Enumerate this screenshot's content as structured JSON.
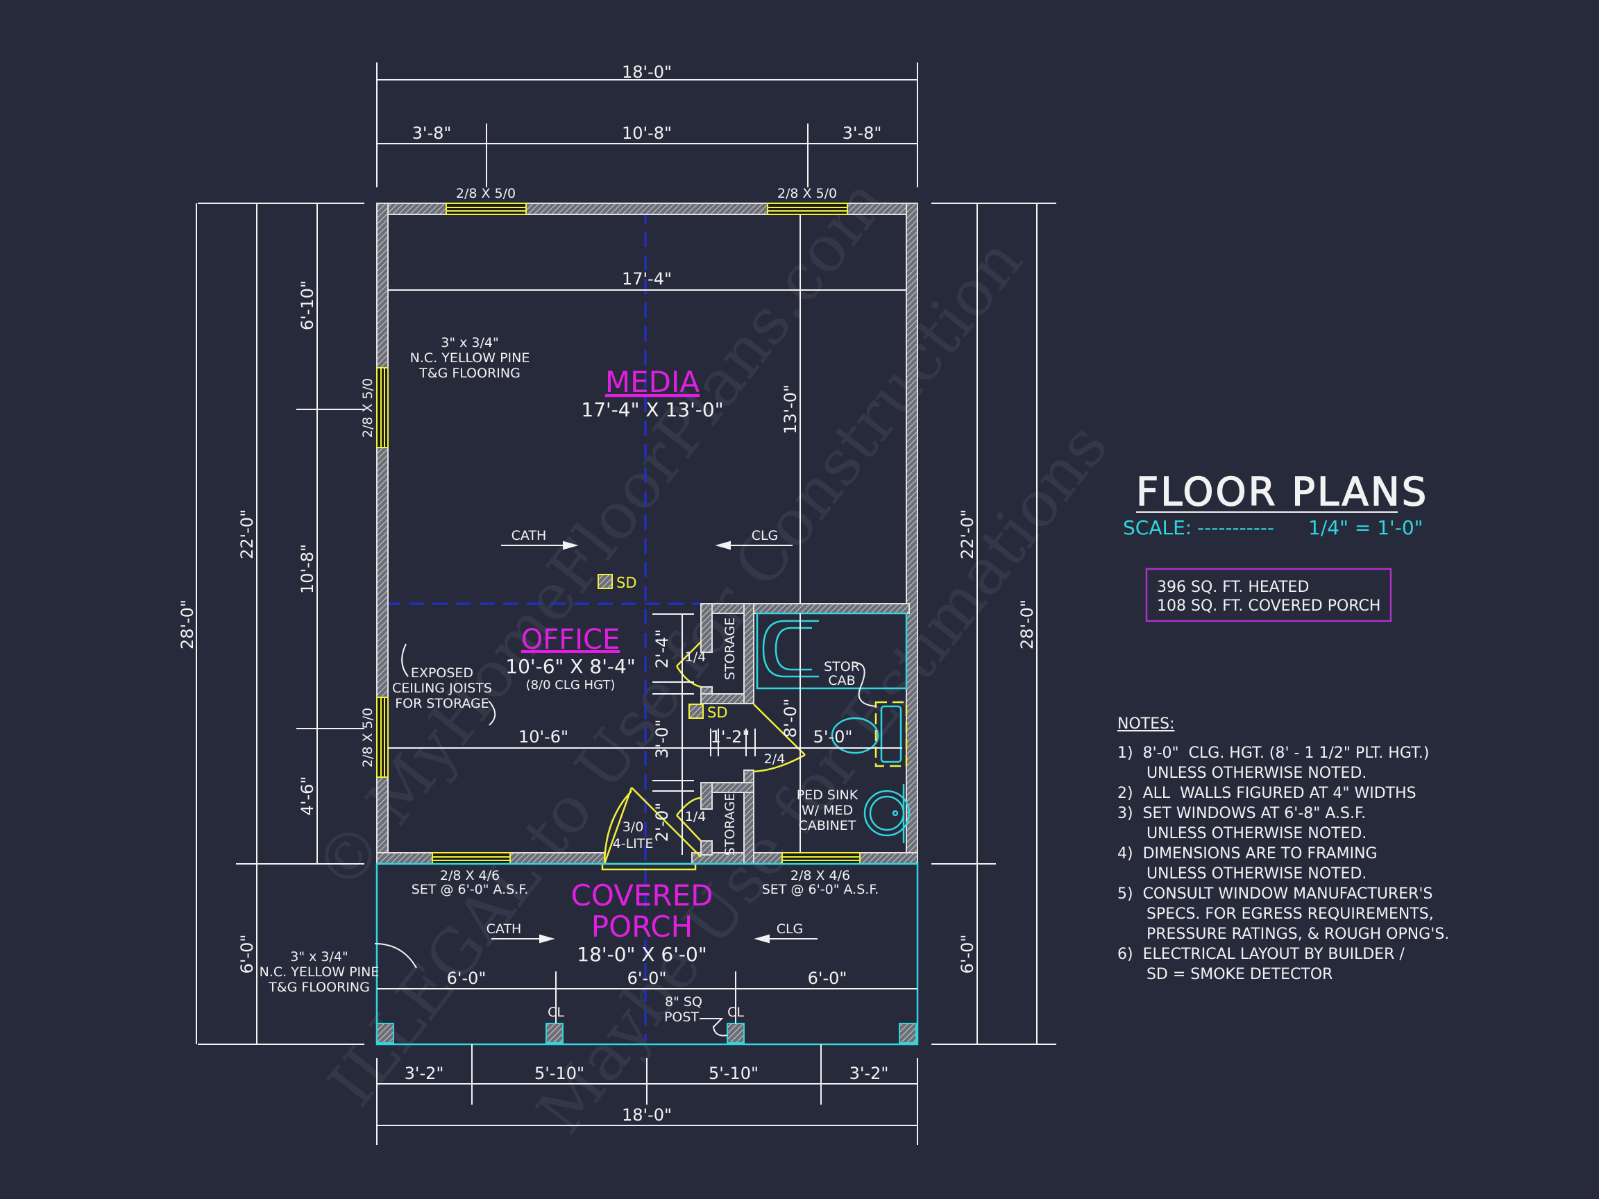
{
  "title": {
    "main": "FLOOR PLANS",
    "scale_label": "SCALE:",
    "scale_dashes": "-----------",
    "scale_value": "1/4\" = 1'-0\""
  },
  "area_box": {
    "heated": "396 SQ. FT. HEATED",
    "porch": "108 SQ. FT. COVERED PORCH"
  },
  "notes": {
    "heading": "NOTES:",
    "lines": [
      "1)  8'-0\"  CLG. HGT. (8' - 1 1/2\" PLT. HGT.)",
      "      UNLESS OTHERWISE NOTED.",
      "2)  ALL  WALLS FIGURED AT 4\" WIDTHS",
      "3)  SET WINDOWS AT 6'-8\" A.S.F.",
      "      UNLESS OTHERWISE NOTED.",
      "4)  DIMENSIONS ARE TO FRAMING",
      "      UNLESS OTHERWISE NOTED.",
      "5)  CONSULT WINDOW MANUFACTURER'S",
      "      SPECS. FOR EGRESS REQUIREMENTS,",
      "      PRESSURE RATINGS, & ROUGH OPNG'S.",
      "6)  ELECTRICAL LAYOUT BY BUILDER /",
      "      SD = SMOKE DETECTOR"
    ]
  },
  "rooms": {
    "media": {
      "name": "MEDIA",
      "size": "17'-4\" X 13'-0\""
    },
    "office": {
      "name": "OFFICE",
      "size": "10'-6\" X 8'-4\"",
      "note": "(8/0 CLG HGT)"
    },
    "porch": {
      "name1": "COVERED",
      "name2": "PORCH",
      "size": "18'-0\" X 6'-0\""
    }
  },
  "dimensions": {
    "top_overall": "18'-0\"",
    "top_segments": [
      "3'-8\"",
      "10'-8\"",
      "3'-8\""
    ],
    "bottom_segments": [
      "3'-2\"",
      "5'-10\"",
      "5'-10\"",
      "3'-2\""
    ],
    "bottom_overall": "18'-0\"",
    "left_outer": "28'-0\"",
    "left_mid_upper": "22'-0\"",
    "left_mid_lower": "6'-0\"",
    "left_inner": [
      "6'-10\"",
      "10'-8\"",
      "4'-6\""
    ],
    "right_inner_upper": "22'-0\"",
    "right_inner_lower": "6'-0\"",
    "right_outer": "28'-0\"",
    "media_width": "17'-4\"",
    "media_depth": "13'-0\"",
    "office_width": "10'-6\"",
    "closet_dims": [
      "2'-4\"",
      "3'-0\"",
      "2'-0\""
    ],
    "hall_width": "1'-2\"",
    "bath_depth": "8'-0\"",
    "bath_width": "5'-0\"",
    "porch_segments": [
      "6'-0\"",
      "6'-0\"",
      "6'-0\""
    ]
  },
  "windows": {
    "top_left": "2/8 X 5/0",
    "top_right": "2/8 X 5/0",
    "left_upper": "2/8 X 5/0",
    "left_lower": "2/8 X 5/0",
    "bottom_left": "2/8 X 4/6",
    "bottom_left_set": "SET @ 6'-0\" A.S.F.",
    "bottom_right": "2/8 X 4/6",
    "bottom_right_set": "SET @ 6'-0\" A.S.F."
  },
  "doors": {
    "closet_upper": "1/4",
    "closet_lower": "1/4",
    "bath": "2/4",
    "entry_1": "3/0",
    "entry_2": "4-LITE"
  },
  "labels": {
    "flooring_1": "3\" x 3/4\"",
    "flooring_2": "N.C. YELLOW PINE",
    "flooring_3": "T&G FLOORING",
    "cath": "CATH",
    "clg": "CLG",
    "sd": "SD",
    "joists_1": "EXPOSED",
    "joists_2": "CEILING JOISTS",
    "joists_3": "FOR STORAGE",
    "storage": "STORAGE",
    "stor_cab_1": "STOR",
    "stor_cab_2": "CAB",
    "ped_sink_1": "PED SINK",
    "ped_sink_2": "W/ MED",
    "ped_sink_3": "CABINET",
    "post_1": "8\" SQ",
    "post_2": "POST",
    "centerline": "CL"
  },
  "watermark": [
    "© MyHomeFloorPlans.com",
    "ILLEGAL to Use for Construction",
    "Maybe Use for Estimations"
  ],
  "colors": {
    "background": "#262a3b",
    "wall": "#a8a8a8",
    "dimension_line": "#f2f2f2",
    "tick": "#d040d0",
    "room_label": "#e020e0",
    "scale": "#2fd6de",
    "window": "#f1f03a",
    "fixture": "#2fd6de",
    "centerline": "#2030d0"
  }
}
